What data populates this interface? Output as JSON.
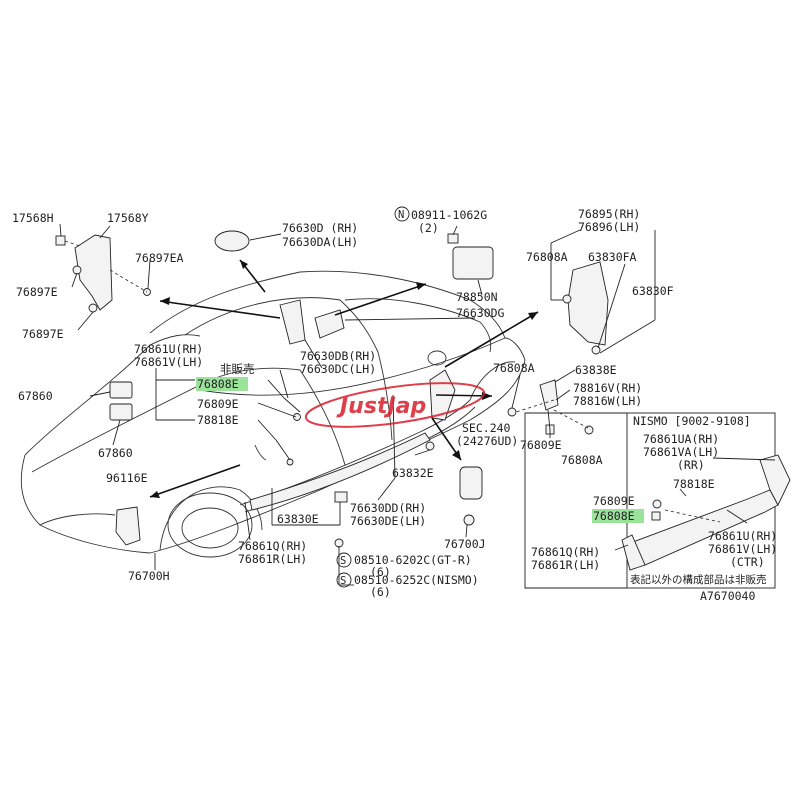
{
  "watermark": "JustJap",
  "colors": {
    "highlight": "#9be39b",
    "watermark": "#d91e2b",
    "ink": "#222222"
  },
  "labels": {
    "p17568H": "17568H",
    "p17568Y": "17568Y",
    "p76897E_a": "76897E",
    "p76897EA": "76897EA",
    "p76897E_b": "76897E",
    "p76630D": "76630D (RH)",
    "p76630DA": "76630DA(LH)",
    "p08911": "08911-1062G",
    "p08911_qty": "(2)",
    "p78850N": "78850N",
    "p76630DG": "76630DG",
    "p76895": "76895(RH)",
    "p76896": "76896(LH)",
    "p76808A_top": "76808A",
    "p63830FA": "63830FA",
    "p63830F": "63830F",
    "p76861U": "76861U(RH)",
    "p76861V": "76861V(LH)",
    "hibanbai": "非販売",
    "p76808E_left": "76808E",
    "p76809E_left": "76809E",
    "p78818E_left": "78818E",
    "p67860_a": "67860",
    "p67860_b": "67860",
    "p96116E": "96116E",
    "p76630DB": "76630DB(RH)",
    "p76630DC": "76630DC(LH)",
    "p76808A_mid": "76808A",
    "p63838E": "63838E",
    "p78816V": "78816V(RH)",
    "p78816W": "78816W(LH)",
    "p76808A_low": "76808A",
    "p76809E_mid": "76809E",
    "sec240": "SEC.240",
    "sec240_sub": "(24276UD)",
    "p63832E": "63832E",
    "p76630DD": "76630DD(RH)",
    "p76630DE": "76630DE(LH)",
    "p63830E": "63830E",
    "p76700J": "76700J",
    "p76861Q": "76861Q(RH)",
    "p76861R": "76861R(LH)",
    "p76700H": "76700H",
    "p08510_gtr": "08510-6202C(GT-R)",
    "qty6_a": "(6)",
    "p08510_nismo": "08510-6252C(NISMO)",
    "qty6_b": "(6)",
    "nismo_header": "NISMO [9002-9108]",
    "p76861UA": "76861UA(RH)",
    "p76861VA": "76861VA(LH)",
    "rr": "(RR)",
    "p78818E_box": "78818E",
    "p76809E_box": "76809E",
    "p76808E_box": "76808E",
    "p76861U_box": "76861U(RH)",
    "p76861V_box": "76861V(LH)",
    "ctr": "(CTR)",
    "p76861Q_box": "76861Q(RH)",
    "p76861R_box": "76861R(LH)",
    "box_note": "表記以外の構成部品は非販売",
    "diagram_code": "A7670040"
  }
}
